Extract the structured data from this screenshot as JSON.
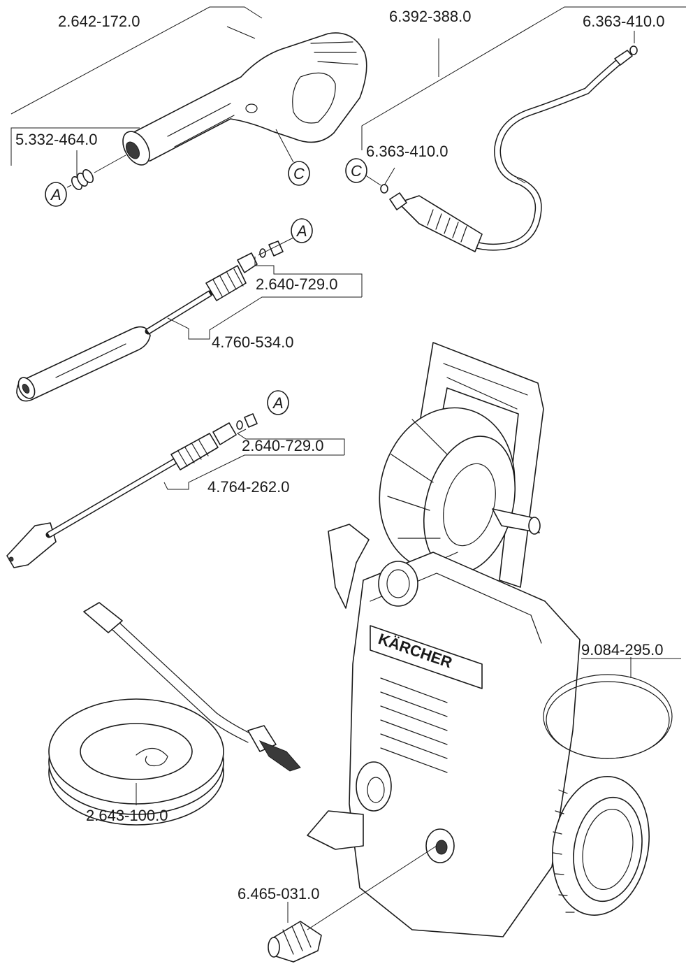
{
  "labels": {
    "gun": "2.642-172.0",
    "gun_seal": "5.332-464.0",
    "hose": "6.392-388.0",
    "hose_oring_top": "6.363-410.0",
    "hose_oring_mid": "6.363-410.0",
    "lance_nozzle_1": "2.640-729.0",
    "lance_1": "4.760-534.0",
    "lance_nozzle_2": "2.640-729.0",
    "lance_2": "4.764-262.0",
    "garden_hose": "2.643-100.0",
    "cable": "9.084-295.0",
    "coupling": "6.465-031.0"
  },
  "markers": {
    "a_gun": "A",
    "c_gun": "C",
    "c_hose": "C",
    "a_lance_1": "A",
    "a_lance_2": "A"
  },
  "logo_text": "KÄRCHER",
  "colors": {
    "line": "#1a1a1a",
    "background": "#ffffff"
  }
}
